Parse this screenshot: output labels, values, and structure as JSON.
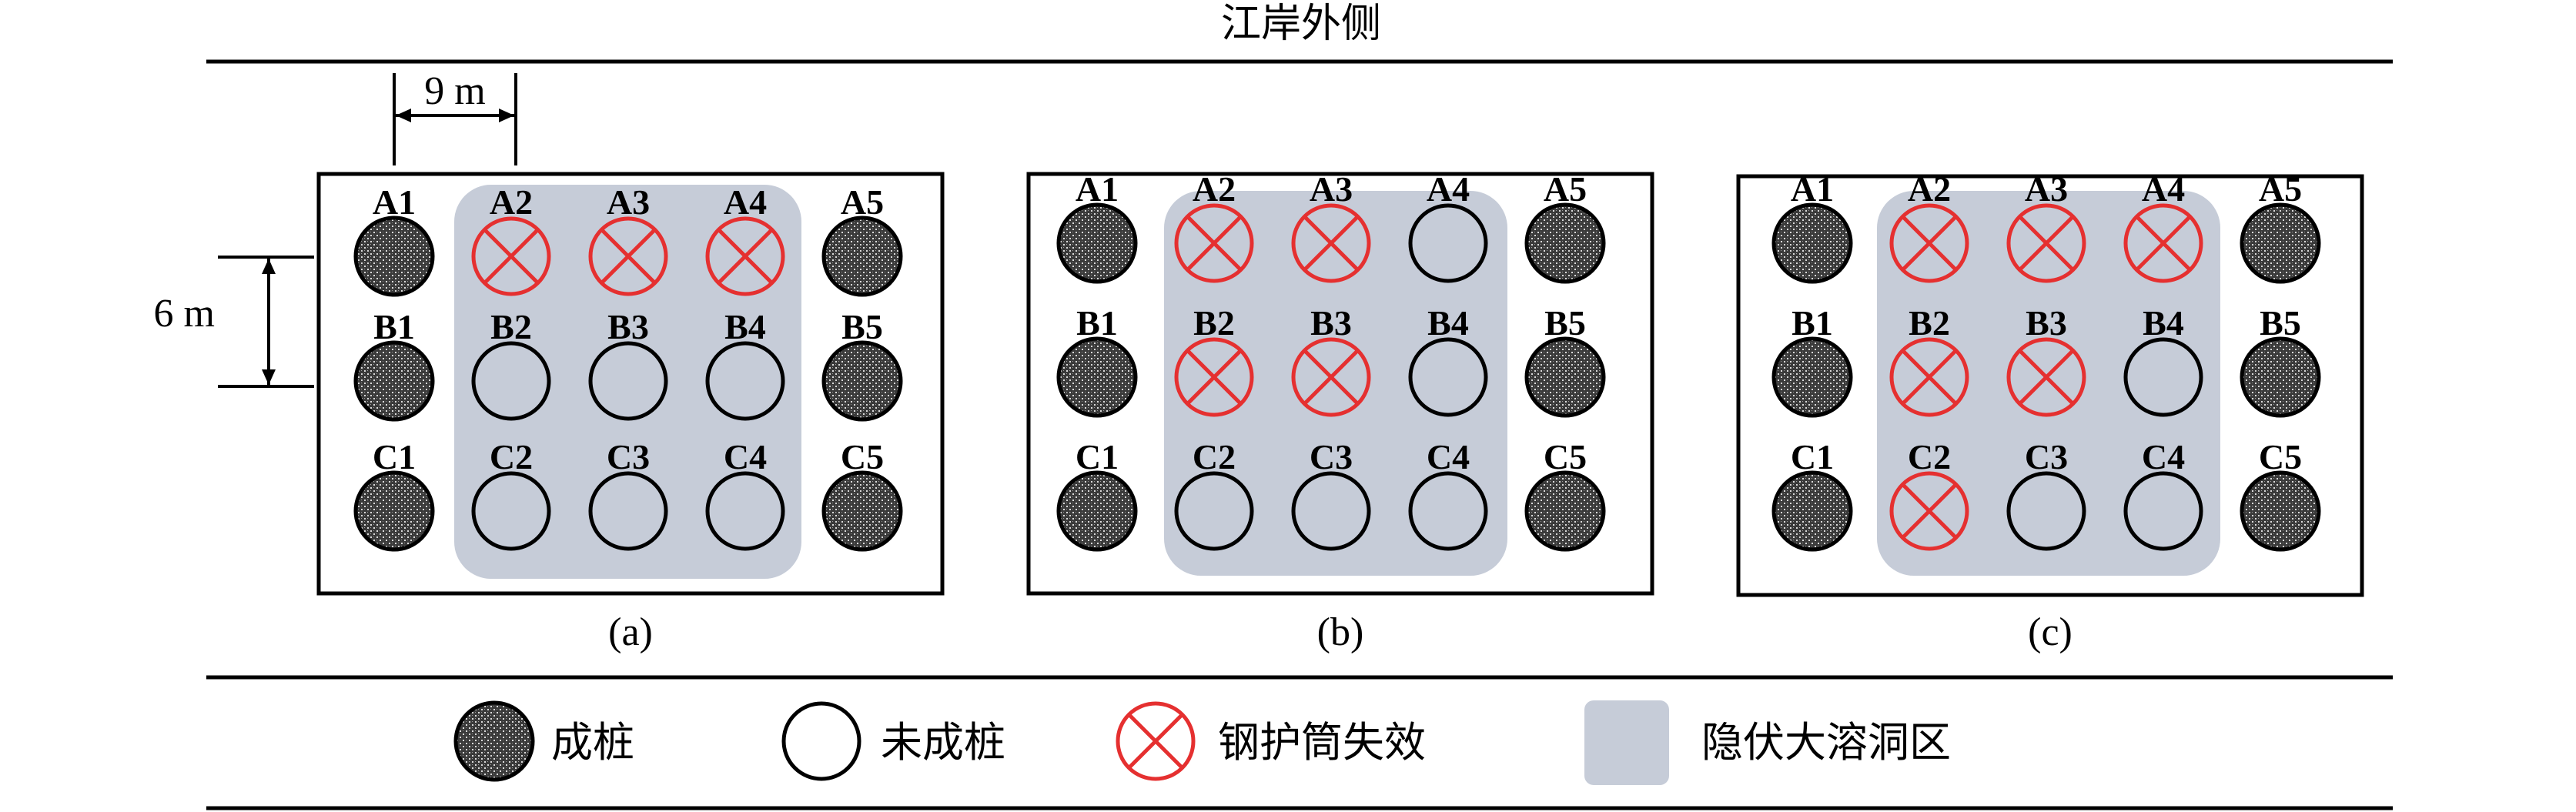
{
  "top_title": "江岸外侧",
  "dimensions": {
    "horizontal": "9 m",
    "vertical": "6 m"
  },
  "colors": {
    "built_fill": "#3a3a3a",
    "karst_fill": "#c6ccd8",
    "failure_red": "#e53030",
    "line": "#000000"
  },
  "panels": [
    {
      "label": "(a)",
      "piles": [
        {
          "id": "A1",
          "status": "built"
        },
        {
          "id": "A2",
          "status": "failed"
        },
        {
          "id": "A3",
          "status": "failed"
        },
        {
          "id": "A4",
          "status": "failed"
        },
        {
          "id": "A5",
          "status": "built"
        },
        {
          "id": "B1",
          "status": "built"
        },
        {
          "id": "B2",
          "status": "unbuilt"
        },
        {
          "id": "B3",
          "status": "unbuilt"
        },
        {
          "id": "B4",
          "status": "unbuilt"
        },
        {
          "id": "B5",
          "status": "built"
        },
        {
          "id": "C1",
          "status": "built"
        },
        {
          "id": "C2",
          "status": "unbuilt"
        },
        {
          "id": "C3",
          "status": "unbuilt"
        },
        {
          "id": "C4",
          "status": "unbuilt"
        },
        {
          "id": "C5",
          "status": "built"
        }
      ]
    },
    {
      "label": "(b)",
      "piles": [
        {
          "id": "A1",
          "status": "built"
        },
        {
          "id": "A2",
          "status": "failed"
        },
        {
          "id": "A3",
          "status": "failed"
        },
        {
          "id": "A4",
          "status": "unbuilt"
        },
        {
          "id": "A5",
          "status": "built"
        },
        {
          "id": "B1",
          "status": "built"
        },
        {
          "id": "B2",
          "status": "failed"
        },
        {
          "id": "B3",
          "status": "failed"
        },
        {
          "id": "B4",
          "status": "unbuilt"
        },
        {
          "id": "B5",
          "status": "built"
        },
        {
          "id": "C1",
          "status": "built"
        },
        {
          "id": "C2",
          "status": "unbuilt"
        },
        {
          "id": "C3",
          "status": "unbuilt"
        },
        {
          "id": "C4",
          "status": "unbuilt"
        },
        {
          "id": "C5",
          "status": "built"
        }
      ]
    },
    {
      "label": "(c)",
      "piles": [
        {
          "id": "A1",
          "status": "built"
        },
        {
          "id": "A2",
          "status": "failed"
        },
        {
          "id": "A3",
          "status": "failed"
        },
        {
          "id": "A4",
          "status": "failed"
        },
        {
          "id": "A5",
          "status": "built"
        },
        {
          "id": "B1",
          "status": "built"
        },
        {
          "id": "B2",
          "status": "failed"
        },
        {
          "id": "B3",
          "status": "failed"
        },
        {
          "id": "B4",
          "status": "unbuilt"
        },
        {
          "id": "B5",
          "status": "built"
        },
        {
          "id": "C1",
          "status": "built"
        },
        {
          "id": "C2",
          "status": "failed"
        },
        {
          "id": "C3",
          "status": "unbuilt"
        },
        {
          "id": "C4",
          "status": "unbuilt"
        },
        {
          "id": "C5",
          "status": "built"
        }
      ]
    }
  ],
  "legend": [
    {
      "key": "built",
      "label": "成桩"
    },
    {
      "key": "unbuilt",
      "label": "未成桩"
    },
    {
      "key": "failed",
      "label": "钢护筒失效"
    },
    {
      "key": "karst",
      "label": "隐伏大溶洞区"
    }
  ]
}
